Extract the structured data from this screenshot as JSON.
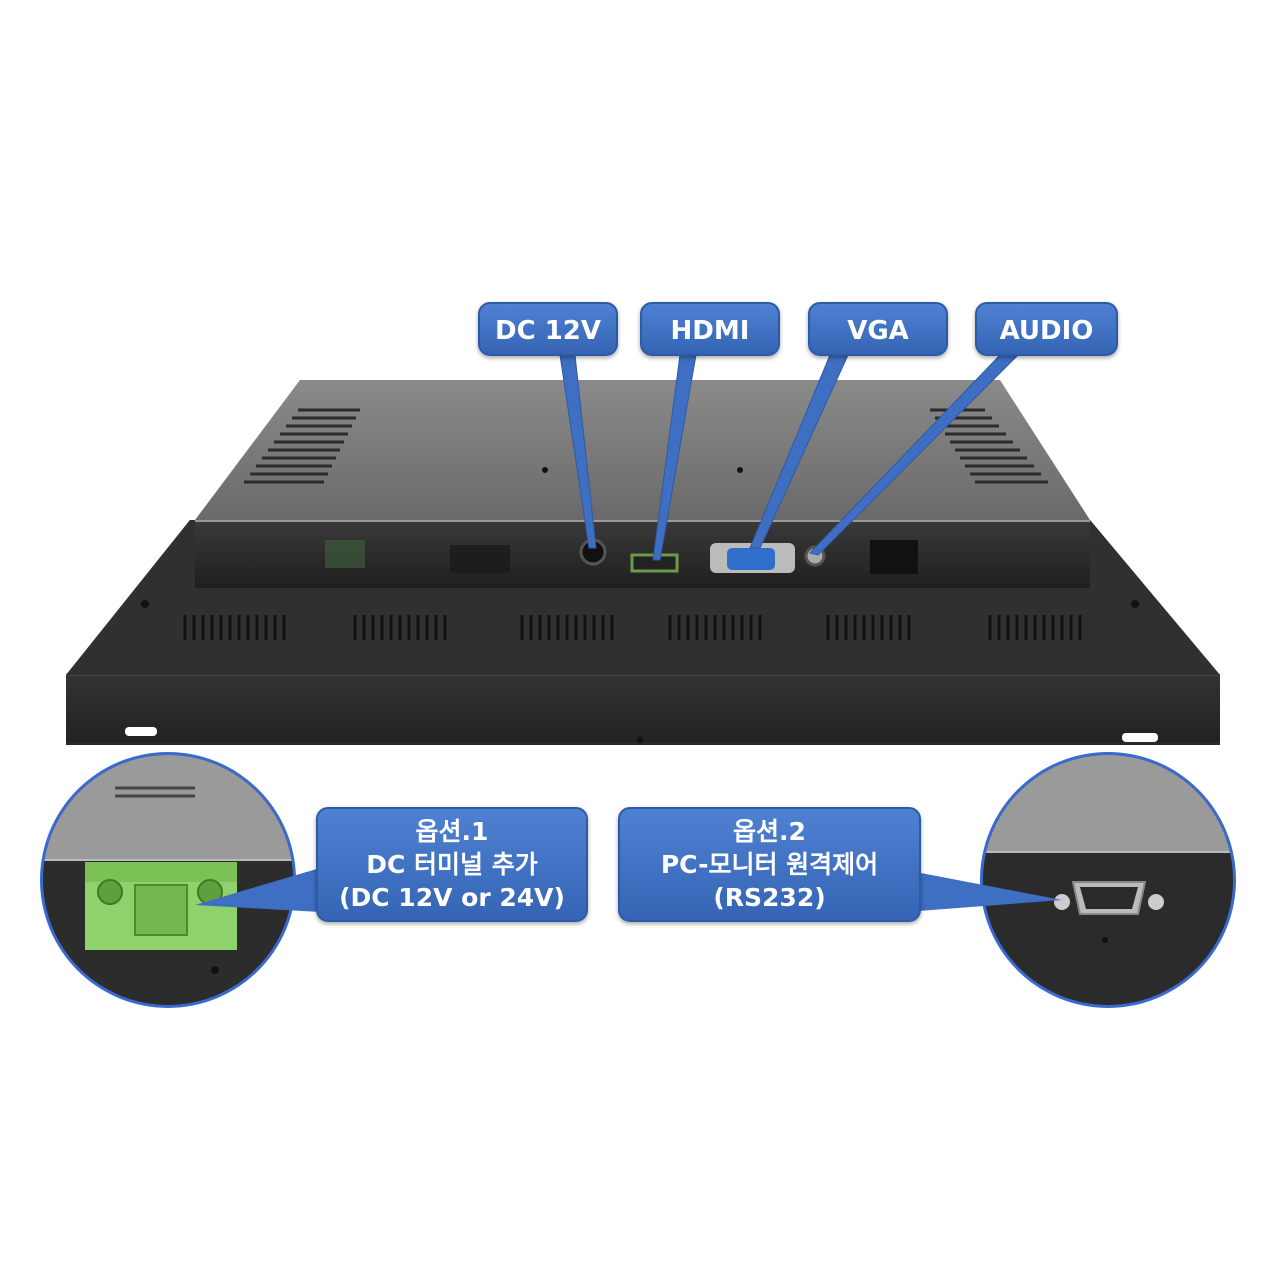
{
  "labels": {
    "dc12v": "DC 12V",
    "hdmi": "HDMI",
    "vga": "VGA",
    "audio": "AUDIO"
  },
  "option1": {
    "line1": "옵션.1",
    "line2": "DC 터미널 추가",
    "line3": "(DC 12V or 24V)"
  },
  "option2": {
    "line1": "옵션.2",
    "line2": "PC-모니터 원격제어",
    "line3": "(RS232)"
  },
  "colors": {
    "callout": "#3f6fc2",
    "chassis": "#2e2e2e",
    "ring": "#3a6ad0",
    "terminal": "#8fd16a"
  }
}
